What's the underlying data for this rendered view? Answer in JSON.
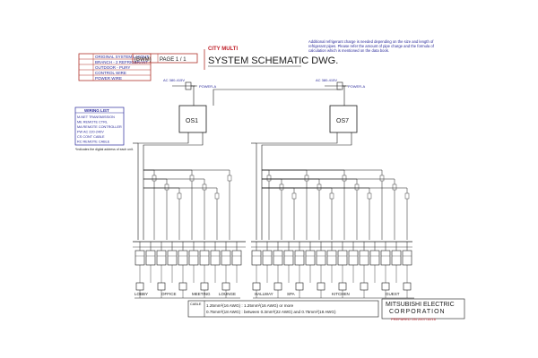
{
  "title_block": {
    "rows": [
      "ORIGINAL SYSTEM LAYOUT",
      "BRANCH - 2 REFRIGERANT",
      "OUTDOOR - PURY",
      "CONTROL WIRE",
      "POWER WIRE"
    ],
    "dwg_no": "(BWM)",
    "page": "PAGE 1 / 1",
    "brand_line": "CITY MULTI",
    "title": "SYSTEM SCHEMATIC DWG.",
    "note": "Additional refrigerant charge is needed depending on the size and length of refrigerant pipes. Please refer the amount of pipe charge and the formula of calculation which is mentioned on the data book."
  },
  "legend": {
    "header": "WIRING LIST",
    "rows": [
      "M-NET TRANSMISSION",
      "ME REMOTE CTRL",
      "MA REMOTE CONTROLLER",
      "PW  AC 220-240V",
      "CS  CONT CABLE",
      "RC  REMOTE CABLE"
    ],
    "footnote": "*Indicates the digital address of each unit."
  },
  "outdoor_units": [
    {
      "id": "OS1",
      "power": "AC 380-415V",
      "tag": "POWER-A"
    },
    {
      "id": "OS7",
      "power": "AC 380-415V",
      "tag": "POWER-A"
    }
  ],
  "groups": [
    {
      "label": "LOBBY"
    },
    {
      "label": "OFFICE"
    },
    {
      "label": "MEETING"
    },
    {
      "label": "LOUNGE"
    },
    {
      "label": "HALLWAY"
    },
    {
      "label": "SPA"
    },
    {
      "label": "KITCHEN"
    },
    {
      "label": "GUEST"
    }
  ],
  "cable_notes": {
    "tag": "CABLE",
    "line1": "1.25mm²(16 AWG) : 1.25mm²(16 AWG) or more",
    "line2": "0.75mm²(18 AWG) : between 0.3mm²(22 AWG) and 0.75mm²(18 AWG)"
  },
  "company": {
    "name_line1": "MITSUBISHI ELECTRIC",
    "name_line2": "CORPORATION",
    "prepared": "PREPARED ON 2007/10/16"
  },
  "colors": {
    "line": "#1a1a1a",
    "wire": "#2b2b9a",
    "pipe": "#b0322a",
    "accent": "#c0202a"
  }
}
